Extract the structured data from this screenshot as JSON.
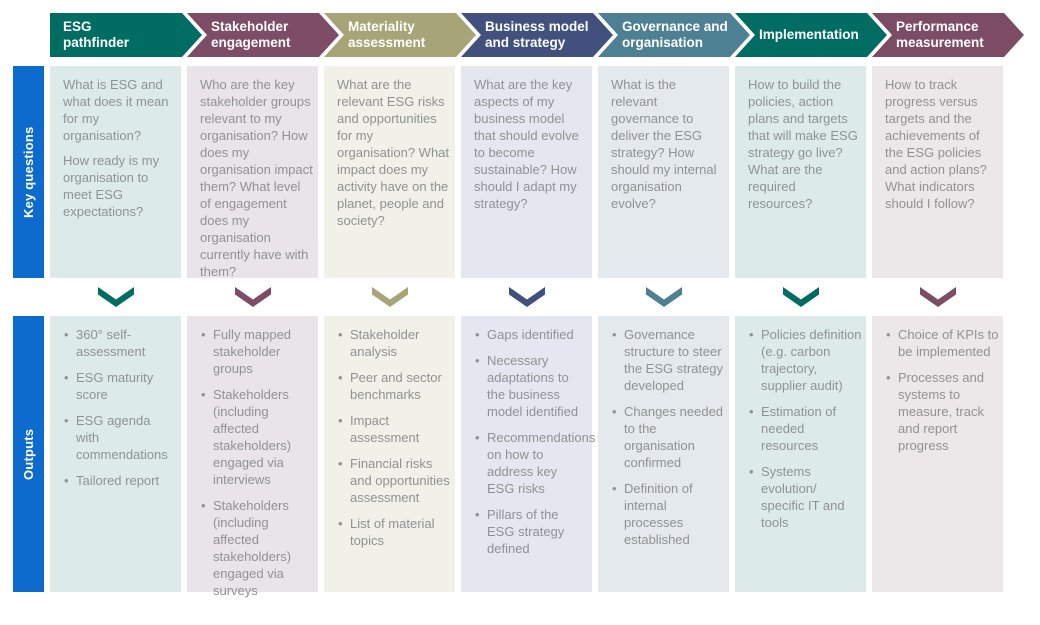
{
  "sidebar": {
    "color": "#0c6bcd",
    "key_questions_label": "Key questions",
    "outputs_label": "Outputs"
  },
  "text_color": "#8f9293",
  "columns": [
    {
      "title": "ESG\npathfinder",
      "color": "#016d62",
      "tile_bg": "#dcebe9",
      "questions": [
        "What is ESG and what does it mean for my organisation?",
        "How ready is my organisation to meet ESG expectations?"
      ],
      "outputs": [
        "360° self-assessment",
        "ESG maturity score",
        "ESG agenda with commendations",
        "Tailored report"
      ]
    },
    {
      "title": "Stakeholder\nengagement",
      "color": "#7d4d67",
      "tile_bg": "#e9e4e7",
      "questions": [
        "Who are the key stakeholder groups relevant to my organisation? How does my organisation impact them? What level of engagement does my organisation currently have with them?"
      ],
      "outputs": [
        "Fully mapped stakeholder groups",
        "Stakeholders (including affected stakeholders) engaged via interviews",
        "Stakeholders (including affected stakeholders) engaged via surveys"
      ]
    },
    {
      "title": "Materiality\nassessment",
      "color": "#a7a477",
      "tile_bg": "#f1f0e9",
      "questions": [
        "What are the relevant ESG risks and opportunities for my organisation? What impact does my activity have on the planet, people and society?"
      ],
      "outputs": [
        "Stakeholder analysis",
        "Peer and sector benchmarks",
        "Impact assessment",
        "Financial risks and opportunities assessment",
        "List of material topics"
      ]
    },
    {
      "title": "Business model\nand strategy",
      "color": "#41507c",
      "tile_bg": "#e4e7ef",
      "questions": [
        "What are the key aspects of my business model that should evolve to become sustainable? How should I adapt my strategy?"
      ],
      "outputs": [
        "Gaps identified",
        "Necessary adaptations to the business model identified",
        "Recommendations on how to address key ESG risks",
        "Pillars of the ESG strategy defined"
      ]
    },
    {
      "title": "Governance and\norganisation",
      "color": "#4d8093",
      "tile_bg": "#e3e9ed",
      "questions": [
        "What is the relevant governance to deliver the ESG strategy? How should my internal organisation evolve?"
      ],
      "outputs": [
        "Governance structure to steer the ESG strategy developed",
        "Changes needed to the organisation confirmed",
        "Definition of internal processes established"
      ]
    },
    {
      "title": "Implementation",
      "color": "#016d62",
      "tile_bg": "#ddebe8",
      "questions": [
        "How to build the policies, action plans and targets that will make ESG strategy go live? What are the required resources?"
      ],
      "outputs": [
        "Policies definition (e.g. carbon trajectory, supplier audit)",
        "Estimation of needed resources",
        "Systems evolution/ specific IT and tools"
      ]
    },
    {
      "title": "Performance\nmeasurement",
      "color": "#7c4c64",
      "tile_bg": "#ece8ea",
      "questions": [
        "How to track progress versus targets and the achievements of the ESG policies and action plans? What indicators should I follow?"
      ],
      "outputs": [
        "Choice of KPIs to be implemented",
        "Processes and systems to measure, track and report progress"
      ]
    }
  ]
}
